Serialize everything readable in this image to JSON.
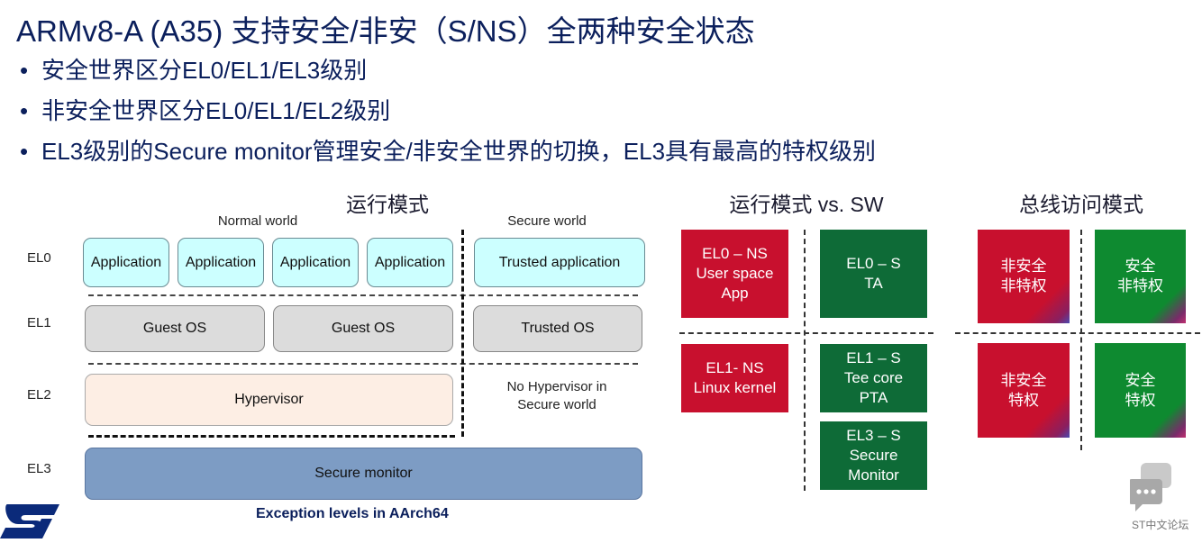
{
  "title": "ARMv8-A (A35) 支持安全/非安（S/NS）全两种安全状态",
  "bullets": [
    "安全世界区分EL0/EL1/EL3级别",
    "非安全世界区分EL0/EL1/EL2级别",
    "EL3级别的Secure monitor管理安全/非安全世界的切换，EL3具有最高的特权级别"
  ],
  "bullet_glyph": "•",
  "section1": {
    "title": "运行模式",
    "normal_world": "Normal world",
    "secure_world": "Secure world",
    "levels": [
      "EL0",
      "EL1",
      "EL2",
      "EL3"
    ],
    "apps": [
      "Application",
      "Application",
      "Application",
      "Application"
    ],
    "trusted_app": "Trusted application",
    "guest_os": [
      "Guest OS",
      "Guest OS"
    ],
    "trusted_os": "Trusted OS",
    "hypervisor": "Hypervisor",
    "no_hypervisor": "No Hypervisor in\nSecure world",
    "secure_monitor": "Secure monitor",
    "caption": "Exception levels in AArch64"
  },
  "section2": {
    "title": "运行模式 vs. SW",
    "el0_ns": "EL0 – NS\nUser space\nApp",
    "el0_s": "EL0 – S\nTA",
    "el1_ns": "EL1- NS\nLinux kernel",
    "el1_s": "EL1 – S\nTee core\nPTA",
    "el3_s": "EL3 – S\nSecure\nMonitor"
  },
  "section3": {
    "title": "总线访问模式",
    "ns_nonpriv": "非安全\n非特权",
    "s_nonpriv": "安全\n非特权",
    "ns_priv": "非安全\n特权",
    "s_priv": "安全\n特权"
  },
  "colors": {
    "title_blue": "#0b1f5c",
    "app_cyan": "#ccffff",
    "monitor_blue": "#7d9cc4",
    "ns_red": "#c8102e",
    "s_green": "#0e6b37",
    "logo_blue": "#0b2a7a"
  },
  "logo_icon": "st-logo-icon",
  "forum_label": "ST中文论坛",
  "forum_icon": "chat-bubbles-icon"
}
